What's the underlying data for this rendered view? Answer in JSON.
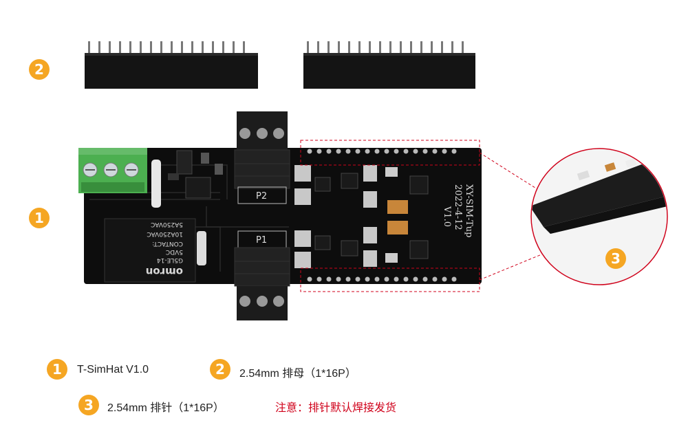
{
  "callouts": {
    "marker_1": "1",
    "marker_2": "2",
    "marker_3": "3"
  },
  "legend": {
    "item1": "T-SimHat V1.0",
    "item2": "2.54mm 排母（1*16P）",
    "item3": "2.54mm 排针（1*16P）",
    "note": "注意：排针默认焊接发货"
  },
  "board": {
    "label_p1": "P1",
    "label_p2": "P2",
    "silk": [
      "XY-SIM-Tup",
      "2022-4-12",
      "V1.0"
    ],
    "relay_text": [
      "omron",
      "G5LE-14",
      "5VDC",
      "CONTACT:",
      "10A250VAC",
      "5A250VAC"
    ]
  },
  "colors": {
    "accent": "#f5a623",
    "note": "#d0021b",
    "pcb": "#111111",
    "terminal_green": "#4caf50"
  }
}
